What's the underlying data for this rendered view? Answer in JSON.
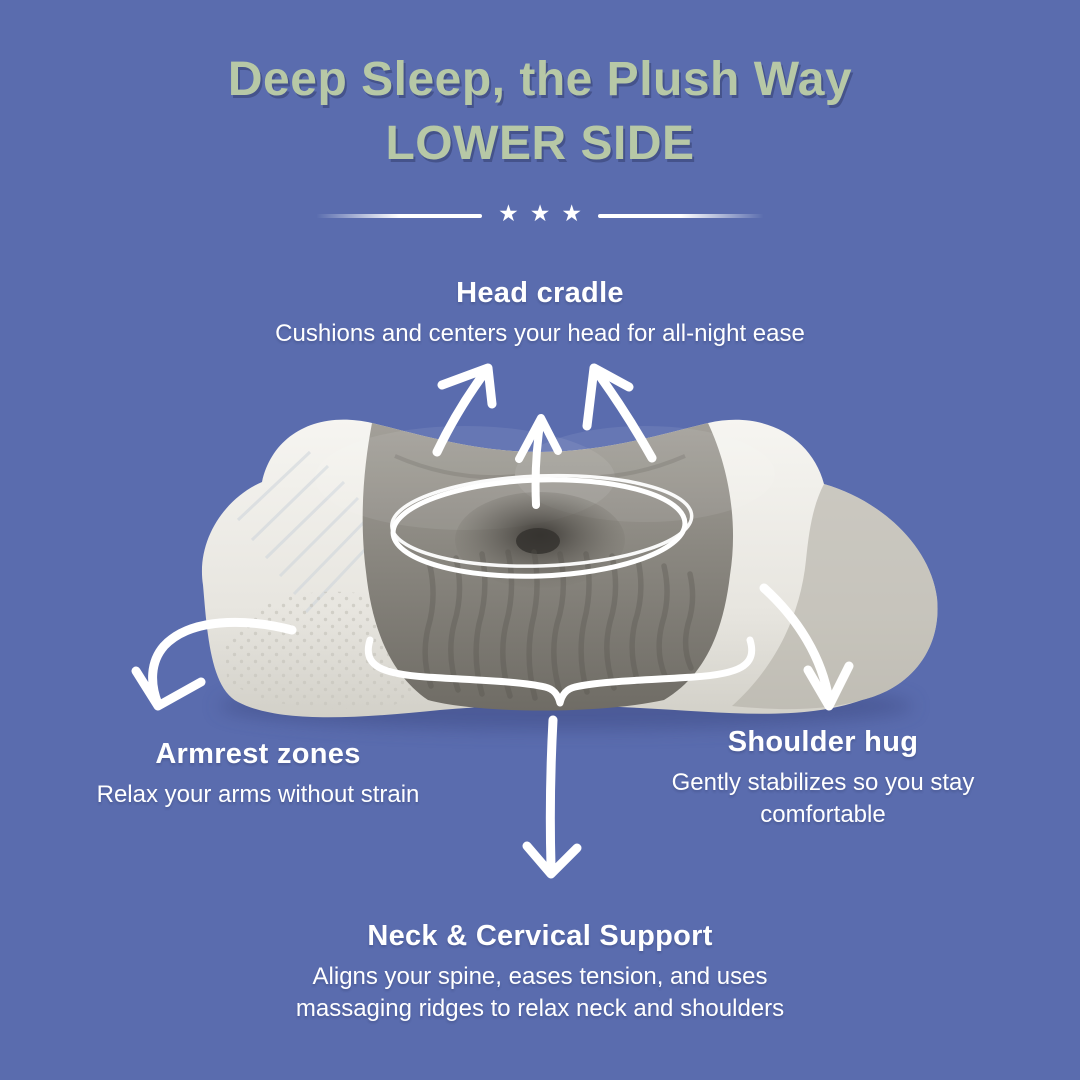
{
  "canvas": {
    "background_color": "#5a6cae",
    "title_color": "#b7c8a6",
    "text_color": "#ffffff",
    "sketch_color": "#ffffff",
    "pillow_main_color": "#86837c",
    "pillow_wing_color": "#efeee9"
  },
  "header": {
    "title_line1": "Deep Sleep, the Plush Way",
    "title_line2": "LOWER SIDE"
  },
  "divider": {
    "star": "★"
  },
  "callouts": {
    "head_cradle": {
      "title": "Head cradle",
      "description": "Cushions and centers your head for all-night ease"
    },
    "armrest_zones": {
      "title": "Armrest zones",
      "description": "Relax your arms without strain"
    },
    "shoulder_hug": {
      "title": "Shoulder hug",
      "description": "Gently stabilizes so you stay comfortable"
    },
    "neck_cervical_support": {
      "title": "Neck & Cervical Support",
      "description": "Aligns your spine, eases tension, and uses massaging ridges to relax neck and shoulders"
    }
  }
}
